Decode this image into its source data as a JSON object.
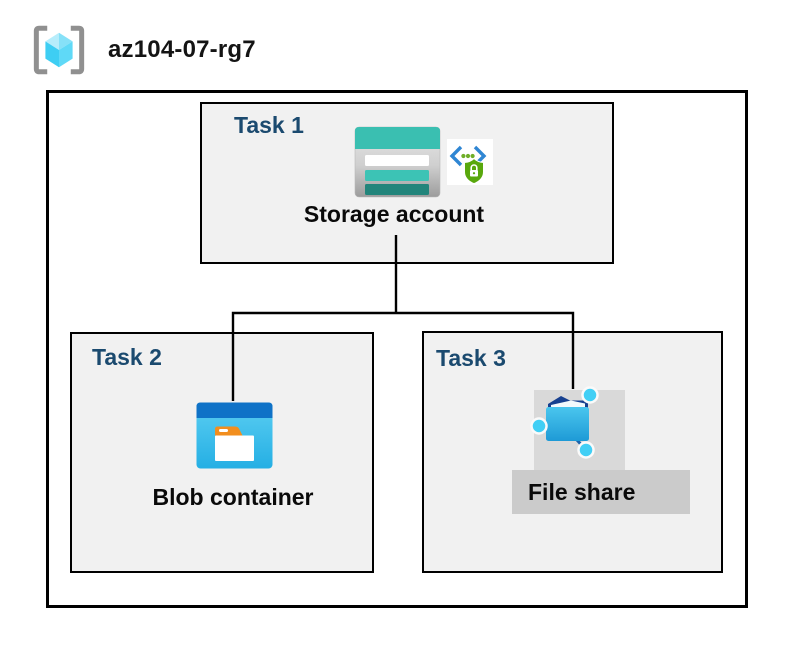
{
  "header": {
    "resource_group": "az104-07-rg7"
  },
  "tasks": [
    {
      "label": "Task 1",
      "resource": "Storage account"
    },
    {
      "label": "Task 2",
      "resource": "Blob container"
    },
    {
      "label": "Task 3",
      "resource": "File share"
    }
  ],
  "connections": [
    {
      "from": "Storage account",
      "to": "Blob container"
    },
    {
      "from": "Storage account",
      "to": "File share"
    }
  ],
  "icons": {
    "resource_group": "azure-resource-group-icon",
    "task1": [
      "storage-account-icon",
      "shared-access-signature-icon"
    ],
    "task2": [
      "blob-container-icon"
    ],
    "task3": [
      "file-share-icon"
    ]
  },
  "colors": {
    "task_label_navy": "#1B4A6F",
    "box_fill": "#F1F1F1",
    "box_border": "#000000",
    "connector": "#000000",
    "storage_teal": "#3CC3B5",
    "storage_teal_dark": "#22857B",
    "blob_header_blue": "#0F72C7",
    "blob_body_cyan": "#3ABCE8",
    "folder_tab_orange": "#F28E1E",
    "file_share_navy": "#17408F",
    "file_share_cyan": "#2DA9DF",
    "node_cyan": "#41CFF5",
    "sas_bracket_blue": "#2F86D3",
    "sas_shield_green": "#59A80D",
    "rg_cube_cyan": "#4ED3F5",
    "rg_bracket_gray": "#909090",
    "icon_bg_gray": "#D9D9D9",
    "file_share_label_bg": "#CBCBCB"
  }
}
